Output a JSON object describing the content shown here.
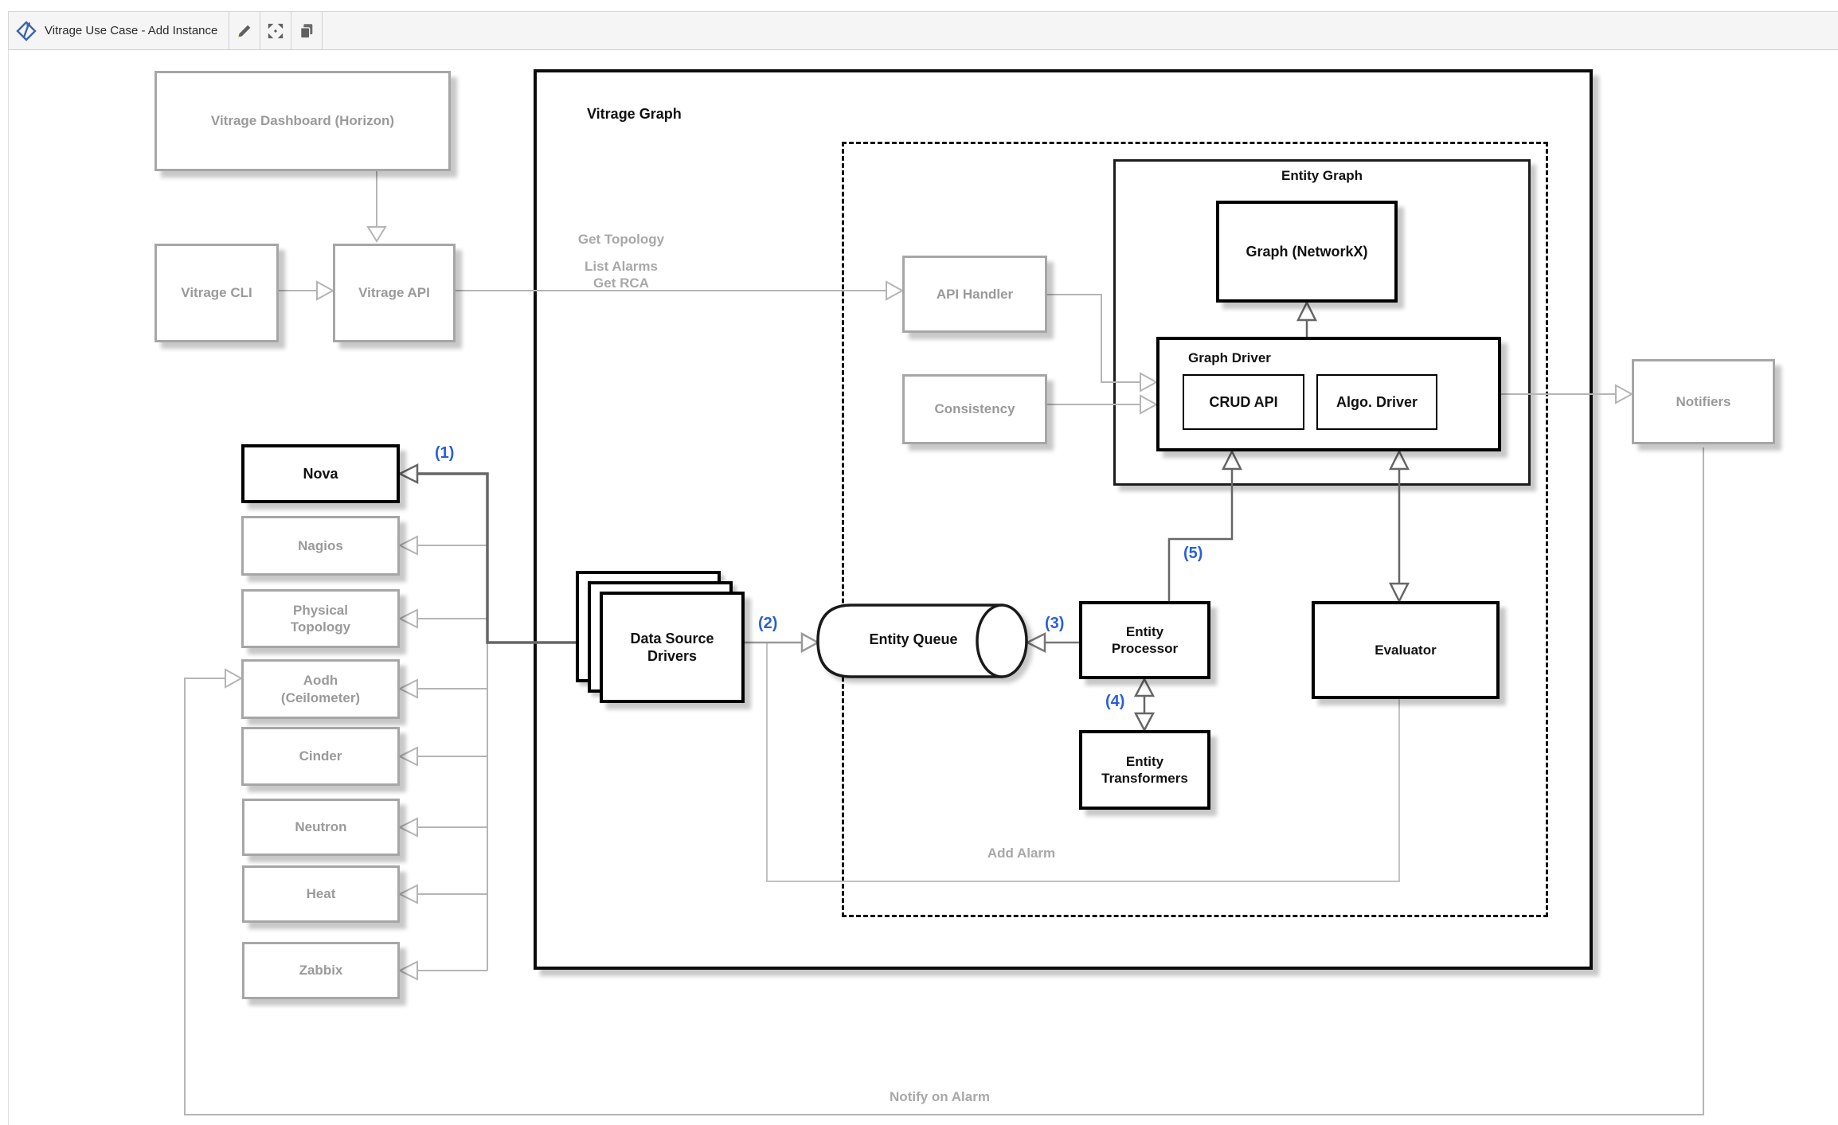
{
  "toolbar": {
    "title": "Vitrage Use Case - Add Instance",
    "icons": {
      "logo": "gliffy-logo",
      "edit": "edit-pencil-icon",
      "fullscreen": "fullscreen-icon",
      "copy": "copy-icon"
    }
  },
  "nodes": {
    "dashboard": {
      "label": "Vitrage Dashboard (Horizon)"
    },
    "cli": {
      "label": "Vitrage CLI"
    },
    "api": {
      "label": "Vitrage API"
    },
    "vitrage_graph": {
      "label": "Vitrage Graph"
    },
    "api_handler": {
      "label": "API Handler"
    },
    "consistency": {
      "label": "Consistency"
    },
    "entity_graph": {
      "label": "Entity Graph"
    },
    "graph_networkx": {
      "label": "Graph (NetworkX)"
    },
    "graph_driver": {
      "label": "Graph Driver"
    },
    "crud_api": {
      "label": "CRUD API"
    },
    "algo_driver": {
      "label": "Algo. Driver"
    },
    "entity_queue": {
      "label": "Entity Queue"
    },
    "entity_processor": {
      "label": "Entity Processor"
    },
    "entity_transformers": {
      "label": "Entity Transformers"
    },
    "evaluator": {
      "label": "Evaluator"
    },
    "data_source_drivers": {
      "label": "Data Source Drivers"
    },
    "notifiers": {
      "label": "Notifiers"
    },
    "nova": {
      "label": "Nova"
    },
    "nagios": {
      "label": "Nagios"
    },
    "physical_topology": {
      "label": "Physical Topology"
    },
    "aodh": {
      "label": "Aodh (Ceilometer)"
    },
    "cinder": {
      "label": "Cinder"
    },
    "neutron": {
      "label": "Neutron"
    },
    "heat": {
      "label": "Heat"
    },
    "zabbix": {
      "label": "Zabbix"
    }
  },
  "flow_labels": {
    "get_topology": "Get Topology",
    "list_alarms": "List Alarms",
    "get_rca": "Get RCA",
    "add_alarm": "Add Alarm",
    "notify_on_alarm": "Notify on Alarm"
  },
  "steps": {
    "s1": "(1)",
    "s2": "(2)",
    "s3": "(3)",
    "s4": "(4)",
    "s5": "(5)"
  },
  "colors": {
    "step_blue": "#2b5fd9",
    "muted_text": "#a8a8a8",
    "line_light": "#b5b5b5",
    "line_dark": "#666666"
  }
}
